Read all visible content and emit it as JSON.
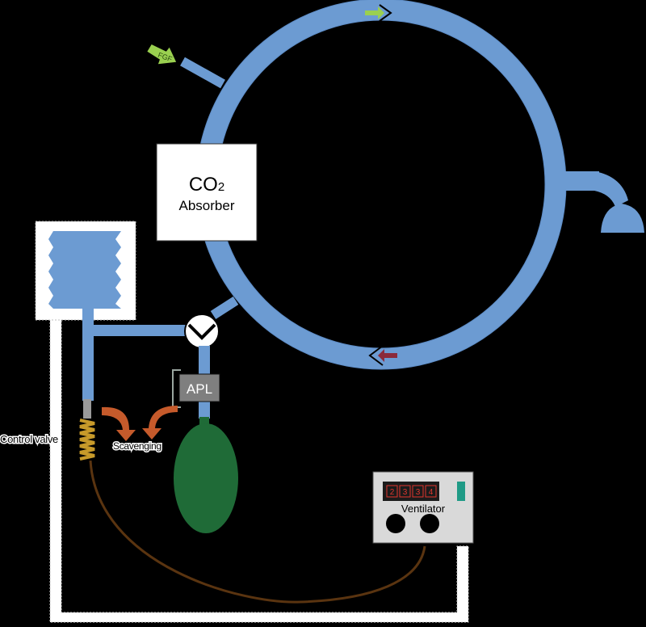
{
  "labels": {
    "fgf": "FGF",
    "co2_main": "CO",
    "co2_sub": "2",
    "absorber": "Absorber",
    "apl": "APL",
    "control_valve": "Control valve",
    "scavenging": "Scavenging",
    "ventilator": "Ventilator"
  },
  "ventilator_display": {
    "digits": [
      "2",
      "3",
      "3",
      "4"
    ]
  },
  "colors": {
    "tube": "#6c9bd2",
    "tube_stroke": "#4a7ab8",
    "bag": "#1f6b37",
    "spring": "#c79a2a",
    "scavenge_arrow": "#c55a2b",
    "fgf_arrow": "#9ad050",
    "insp_arrow": "#9ad050",
    "exp_arrow": "#8b2a3a",
    "cable": "#5a3410",
    "apl_box": "#7f7f7f",
    "ventilator_body": "#d9d9d9",
    "display_digits": "#e0362e",
    "indicator": "#1f9a86"
  }
}
